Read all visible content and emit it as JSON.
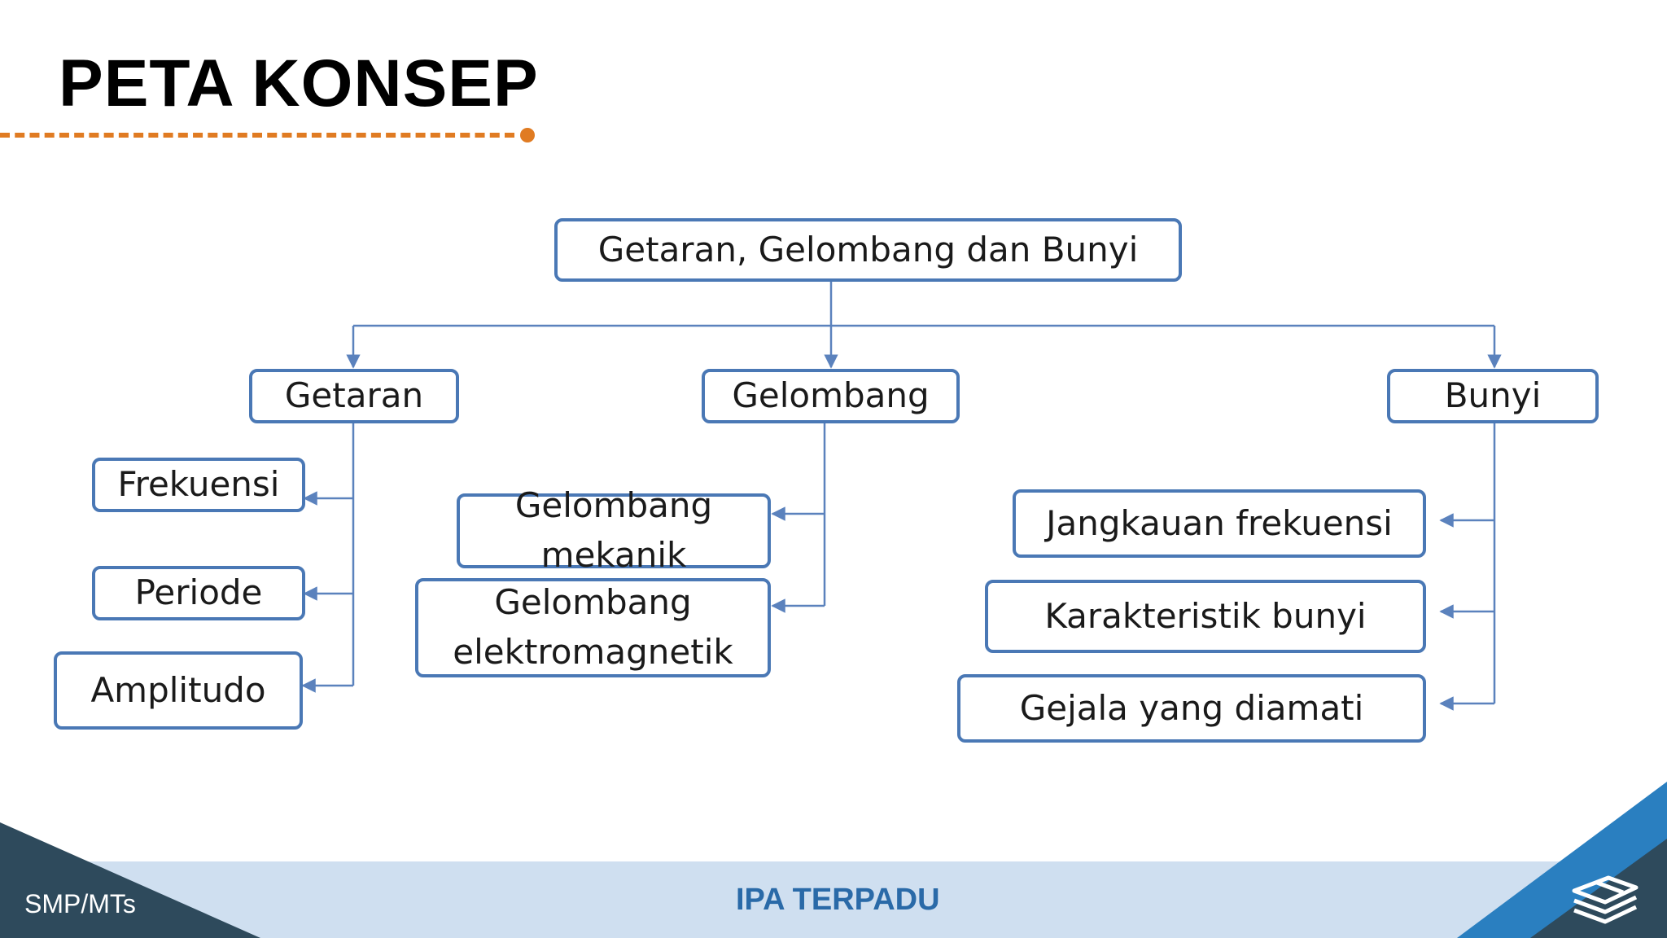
{
  "slide": {
    "title": "PETA KONSEP",
    "footer_left": "SMP/MTs",
    "footer_center": "IPA TERPADU"
  },
  "colors": {
    "accent": "#e07b22",
    "box_border": "#4a78b5",
    "connector": "#5b82bd",
    "footer_band": "#cfdff0",
    "footer_dark": "#2e4a5c",
    "footer_blue": "#2a7fc0",
    "footer_text": "#2a6aa8"
  },
  "icons": {
    "footer_right": "book-stack-icon"
  },
  "concept_map": {
    "root": "Getaran, Gelombang dan Bunyi",
    "branches": [
      {
        "label": "Getaran",
        "children": [
          "Frekuensi",
          "Periode",
          "Amplitudo"
        ]
      },
      {
        "label": "Gelombang",
        "children": [
          {
            "line1": "Gelombang",
            "line2": "mekanik"
          },
          {
            "line1": "Gelombang",
            "line2": "elektromagnetik"
          }
        ]
      },
      {
        "label": "Bunyi",
        "children": [
          "Jangkauan frekuensi",
          "Karakteristik bunyi",
          "Gejala yang diamati"
        ]
      }
    ]
  }
}
